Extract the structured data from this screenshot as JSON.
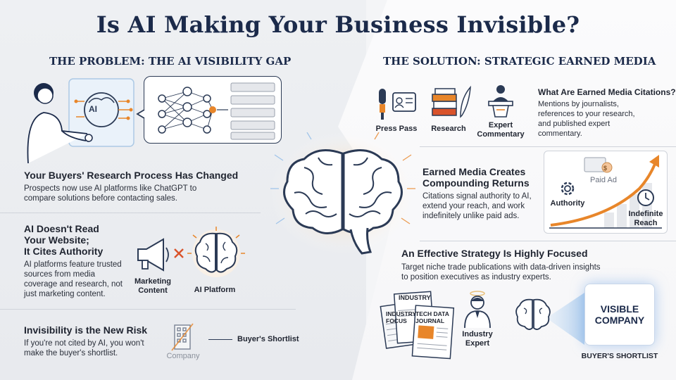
{
  "title": "Is AI Making Your Business Invisible?",
  "left": {
    "section_title": "THE PROBLEM: THE AI VISIBILITY GAP",
    "screen_ai_label": "AI",
    "block1": {
      "heading": "Your Buyers' Research Process Has Changed",
      "body_line1": "Prospects now use AI platforms like ChatGPT to",
      "body_line2": "compare solutions before contacting sales."
    },
    "block2": {
      "heading_line1": "AI Doesn't Read",
      "heading_line2": "Your Website;",
      "heading_line3": "It Cites Authority",
      "body_line1": "AI platforms feature trusted",
      "body_line2": "sources from media",
      "body_line3": "coverage and research, not",
      "body_line4": "just marketing content.",
      "marketing_label_line1": "Marketing",
      "marketing_label_line2": "Content",
      "ai_platform_label": "AI Platform"
    },
    "block3": {
      "heading": "Invisibility is the New Risk",
      "body_line1": "If you're not cited by AI, you won't",
      "body_line2": "make the buyer's shortlist.",
      "company_label": "Company",
      "shortlist_label": "Buyer's Shortlist"
    }
  },
  "right": {
    "section_title": "THE SOLUTION: STRATEGIC EARNED MEDIA",
    "media_icons": {
      "press_pass": "Press Pass",
      "research": "Research",
      "expert_line1": "Expert",
      "expert_line2": "Commentary"
    },
    "citations": {
      "heading": "What Are Earned Media Citations?",
      "body_line1": "Mentions by journalists,",
      "body_line2": "references to your research,",
      "body_line3": "and published expert",
      "body_line4": "commentary."
    },
    "compounding": {
      "heading_line1": "Earned Media Creates",
      "heading_line2": "Compounding Returns",
      "body_line1": "Citations signal authority to AI,",
      "body_line2": "extend your reach, and work",
      "body_line3": "indefinitely unlike paid ads.",
      "paid_ad": "Paid Ad",
      "authority": "Authority",
      "reach_line1": "Indefinite",
      "reach_line2": "Reach",
      "paid_ad_symbol": "$"
    },
    "strategy": {
      "heading": "An Effective Strategy Is Highly Focused",
      "body_line1": "Target niche trade publications with data-driven insights",
      "body_line2": "to position executives as industry experts.",
      "paper1": "INDUSTRY",
      "paper2_line1": "INDUSTRY",
      "paper2_line2": "FOCUS",
      "paper3_line1": "TECH DATA",
      "paper3_line2": "JOURNAL",
      "expert_line1": "Industry",
      "expert_line2": "Expert",
      "visible_line1": "VISIBLE",
      "visible_line2": "COMPANY",
      "shortlist": "BUYER'S SHORTLIST"
    }
  },
  "colors": {
    "navy": "#1b2a4a",
    "orange": "#e8862a",
    "red": "#d9532b",
    "blue_glow": "#8fbbe8"
  }
}
